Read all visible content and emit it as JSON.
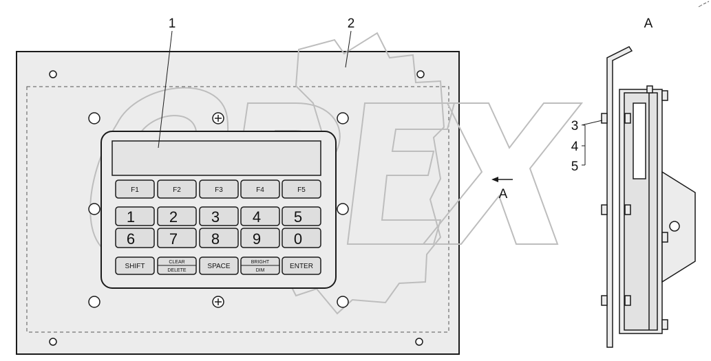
{
  "callouts": {
    "one": "1",
    "two": "2",
    "three": "3",
    "four": "4",
    "five": "5"
  },
  "view": {
    "title": "A",
    "arrow_label": "A"
  },
  "watermark": {
    "text": "OPEX"
  },
  "keypad": {
    "function_keys": [
      "F1",
      "F2",
      "F3",
      "F4",
      "F5"
    ],
    "digit_row1": [
      "1",
      "2",
      "3",
      "4",
      "5"
    ],
    "digit_row2": [
      "6",
      "7",
      "8",
      "9",
      "0"
    ],
    "shift": "SHIFT",
    "clear": "CLEAR",
    "delete": "DELETE",
    "space": "SPACE",
    "bright": "BRIGHT",
    "dim": "DIM",
    "enter": "ENTER"
  },
  "colors": {
    "line": "#1a1a1a",
    "fill": "#e9e9e9",
    "key_fill": "#dedede",
    "watermark": "#bdbdbd"
  }
}
